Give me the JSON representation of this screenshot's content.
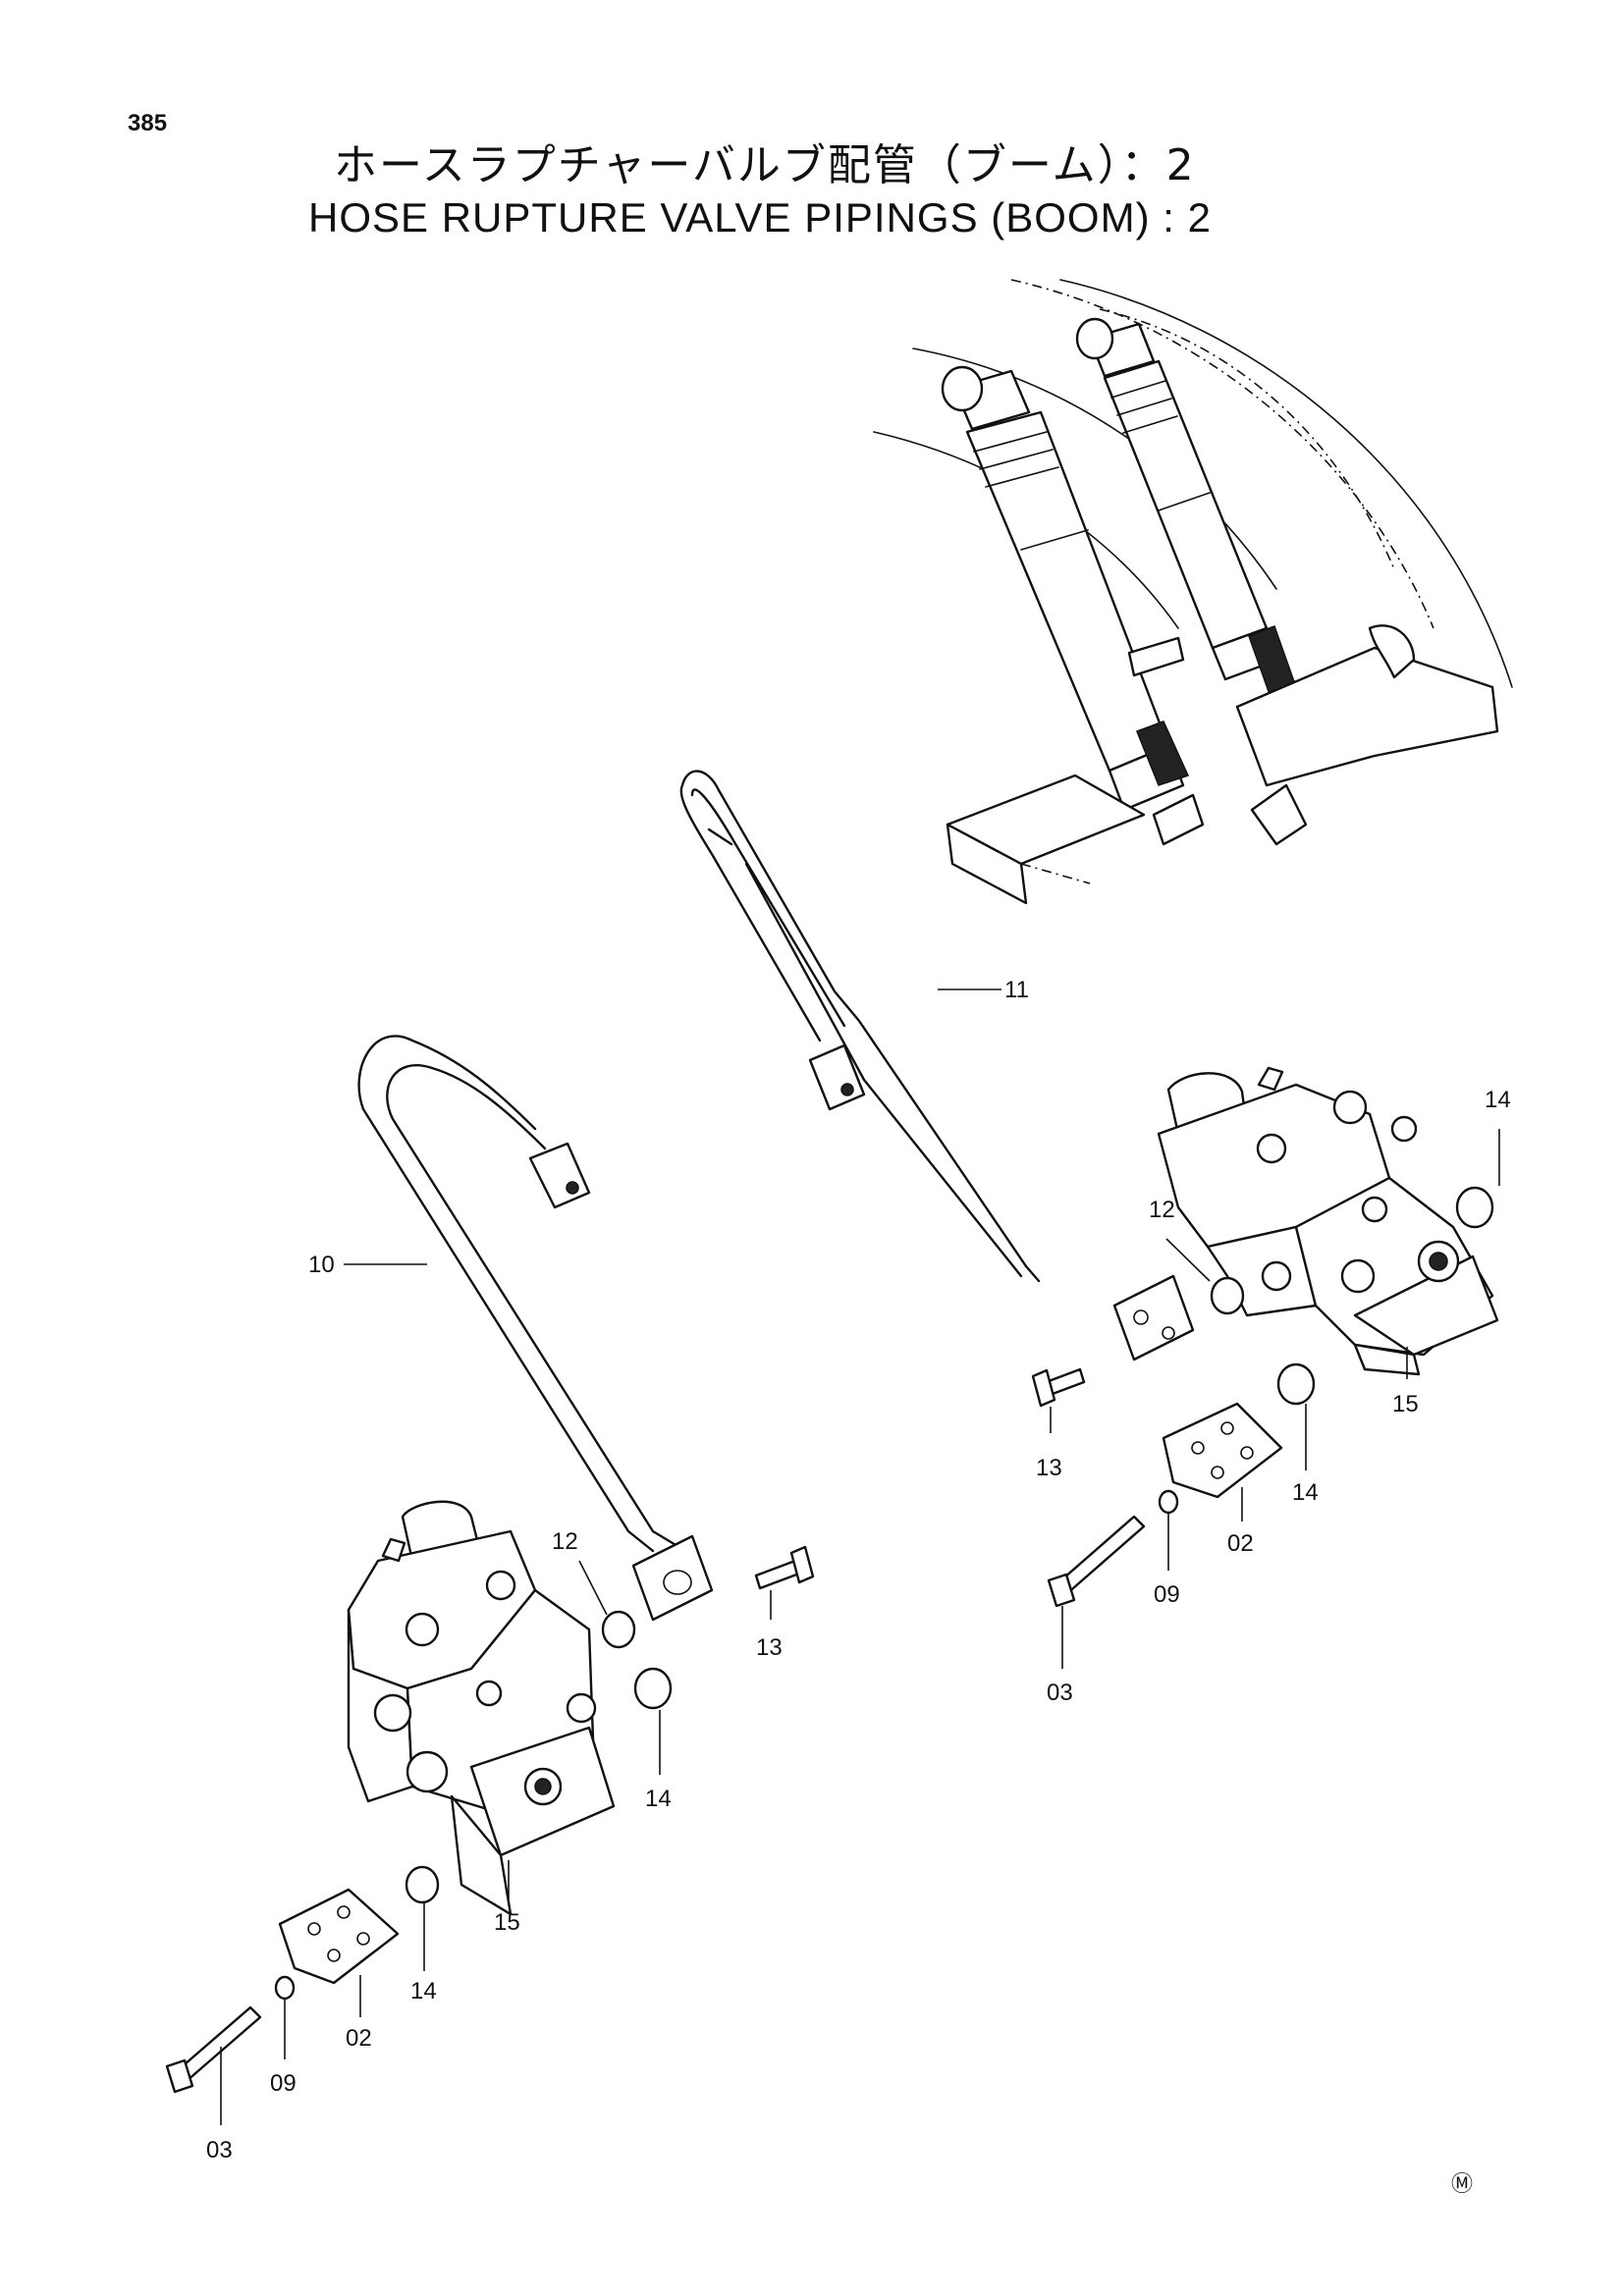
{
  "header": {
    "page_number": "385",
    "title_jp": "ホースラプチャーバルブ配管（ブーム）：2",
    "title_en": "HOSE RUPTURE VALVE PIPINGS (BOOM) : 2"
  },
  "callouts": {
    "c11": "11",
    "c10": "10",
    "c14_a": "14",
    "c12_a": "12",
    "c15_a": "15",
    "c13_a": "13",
    "c14_b": "14",
    "c02_a": "02",
    "c09_a": "09",
    "c03_a": "03",
    "c12_b": "12",
    "c13_b": "13",
    "c14_c": "14",
    "c15_b": "15",
    "c14_d": "14",
    "c02_b": "02",
    "c09_b": "09",
    "c03_b": "03"
  },
  "footer": {
    "mark": "Ⓜ"
  }
}
